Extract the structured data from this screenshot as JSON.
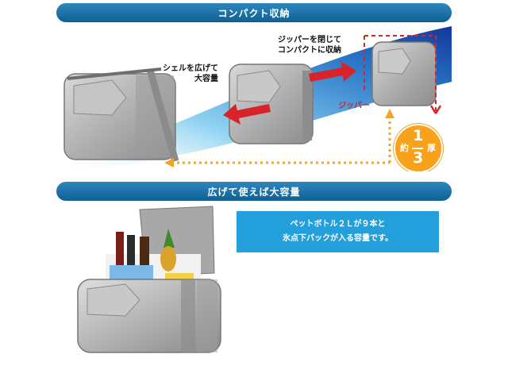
{
  "banners": {
    "top": "コンパクト収納",
    "bottom": "広げて使えば大容量"
  },
  "labels": {
    "expand_line1": "シェルを広げて",
    "expand_line2": "大容量",
    "zip_line1": "ジッパーを閉じて",
    "zip_line2": "コンパクトに収納",
    "zipper": "ジッパー"
  },
  "badge": {
    "prefix": "約",
    "numerator": "1",
    "denominator": "3",
    "suffix": "厚"
  },
  "info": {
    "line1": "ペットボトル２Ｌが９本と",
    "line2": "氷点下パックが入る容量です。"
  },
  "colors": {
    "banner": "#0f5f93",
    "info_box": "#23a0dc",
    "badge": "#f7a21a",
    "arrow_red": "#d8232a",
    "arrow_orange": "#f2a32a"
  }
}
